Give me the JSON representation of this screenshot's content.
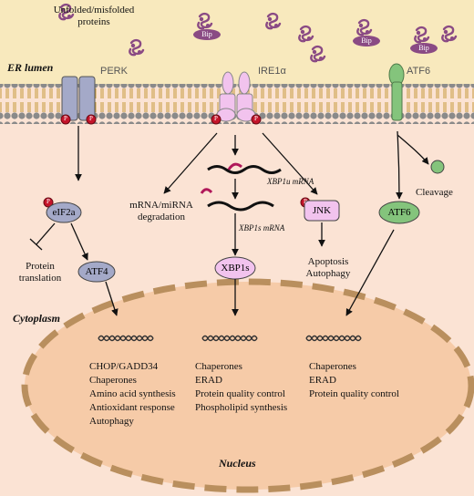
{
  "regions": {
    "unfolded": "Unfolded/misfolded\nproteins",
    "er_lumen": "ER lumen",
    "cytoplasm": "Cytoplasm",
    "nucleus": "Nucleus"
  },
  "sensors": {
    "perk": "PERK",
    "ire1a": "IRE1α",
    "atf6": "ATF6"
  },
  "bip": "Bip",
  "phospho": "P",
  "nodes": {
    "eif2a": "eIF2a",
    "atf4": "ATF4",
    "jnk": "JNK",
    "atf6_cleaved": "ATF6",
    "xbp1s": "XBP1s"
  },
  "labels": {
    "protein_translation": "Protein\ntranslation",
    "mrna_degradation": "mRNA/miRNA\ndegradation",
    "xbp1u": "XBP1u mRNA",
    "xbp1s_mrna": "XBP1s mRNA",
    "apoptosis": "Apoptosis\nAutophagy",
    "cleavage": "Cleavage"
  },
  "targets": {
    "left": [
      "CHOP/GADD34",
      "Chaperones",
      "Amino acid synthesis",
      "Antioxidant response",
      "Autophagy"
    ],
    "middle": [
      "Chaperones",
      "ERAD",
      "Protein quality control",
      "Phospholipid synthesis"
    ],
    "right": [
      "Chaperones",
      "ERAD",
      "Protein quality control"
    ]
  },
  "colors": {
    "lumen": "#f8e9bd",
    "cytoplasm": "#fbe3d4",
    "nucleus": "#f6cba8",
    "nucleus_border": "#b98f5e",
    "perk": "#a4a9c8",
    "ire1": "#f2c3ee",
    "atf6": "#84c47c",
    "protein": "#8a4a84",
    "phospho": "#c4142a"
  }
}
